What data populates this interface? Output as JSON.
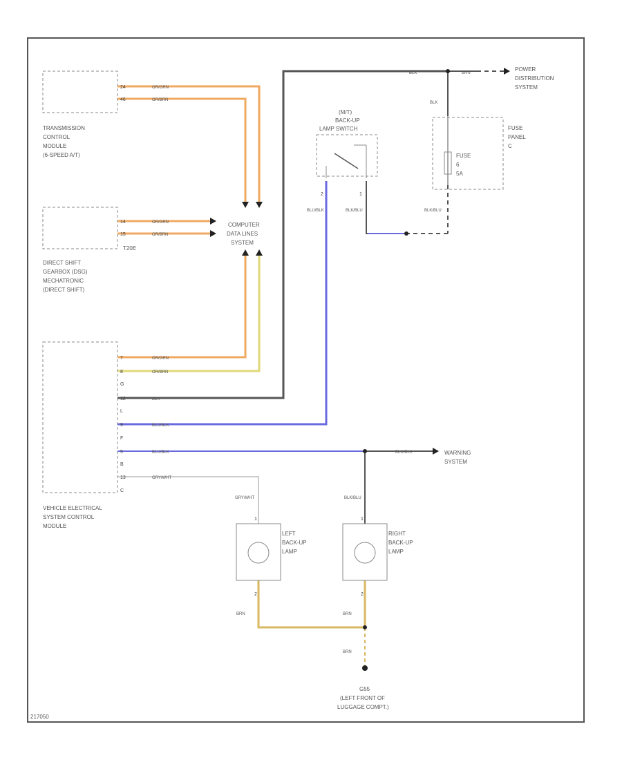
{
  "diagram_id": "217050",
  "components": {
    "tcm": [
      "TRANSMISSION",
      "CONTROL",
      "MODULE",
      "(6-SPEED A/T)"
    ],
    "dsg": [
      "DIRECT SHIFT",
      "GEARBOX (DSG)",
      "MECHATRONIC",
      "(DIRECT SHIFT)"
    ],
    "vescm": [
      "VEHICLE ELECTRICAL",
      "SYSTEM CONTROL",
      "MODULE"
    ],
    "switch": [
      "(M/T)",
      "BACK-UP",
      "LAMP SWITCH"
    ],
    "fuse_panel": [
      "FUSE",
      "PANEL",
      "C"
    ],
    "fuse": [
      "FUSE",
      "6",
      "5A"
    ],
    "left_lamp": [
      "LEFT",
      "BACK-UP",
      "LAMP"
    ],
    "right_lamp": [
      "RIGHT",
      "BACK-UP",
      "LAMP"
    ],
    "data_bus": [
      "COMPUTER",
      "DATA LINES",
      "SYSTEM"
    ],
    "power": [
      "POWER",
      "DISTRIBUTION",
      "SYSTEM"
    ],
    "warning": [
      "WARNING",
      "SYSTEM"
    ],
    "ground": [
      "G55",
      "(LEFT FRONT OF",
      "LUGGAGE COMPT.)"
    ]
  },
  "connector_labels": {
    "dsg_ref": "T20E",
    "vescm_pin_top": "G",
    "vescm_pin_mid": "F",
    "vescm_pin_c": "C",
    "vescm_pin_l": "L",
    "vescm_pin_b": "B"
  },
  "pins": {
    "tcm": [
      "24",
      "46"
    ],
    "dsg": [
      "14",
      "15"
    ],
    "vescm": [
      "7",
      "8",
      "12",
      "9",
      "5",
      "13"
    ],
    "switch": [
      "2",
      "1"
    ],
    "left_lamp": [
      "1",
      "2"
    ],
    "right_lamp": [
      "1",
      "2"
    ]
  },
  "wire_labels": {
    "tcm_top": "OR/GRN",
    "tcm_bot": "OR/BRN",
    "dsg_top": "OR/GRN",
    "dsg_bot": "OR/BRN",
    "vescm_1": "OR/GRN",
    "vescm_2": "OR/BRN",
    "vescm_3": "BLK",
    "vescm_4": "BLU/BLK",
    "vescm_5": "BLU/BLK",
    "vescm_6": "GRY/WHT",
    "warn_feed": "BLU/BLK",
    "top_feed": "BLK",
    "power_feed": "BRN",
    "fuse_in": "BLK",
    "switch_left": "BLU/BLK",
    "switch_right": "BLK/BLU",
    "fuse_out": "BLK/BLU",
    "left_lamp_in": "GRY/WHT",
    "right_lamp_in": "BLK/BLU",
    "left_lamp_gnd": "BRN",
    "right_lamp_gnd": "BRN",
    "ground_wire": "BRN"
  },
  "colors": {
    "orange": "#f0a860",
    "yellow": "#e0d878",
    "black_wire": "#555555",
    "blue": "#6a6ae0",
    "ground_wire": "#d8b860",
    "gray_wire": "#cccccc"
  }
}
